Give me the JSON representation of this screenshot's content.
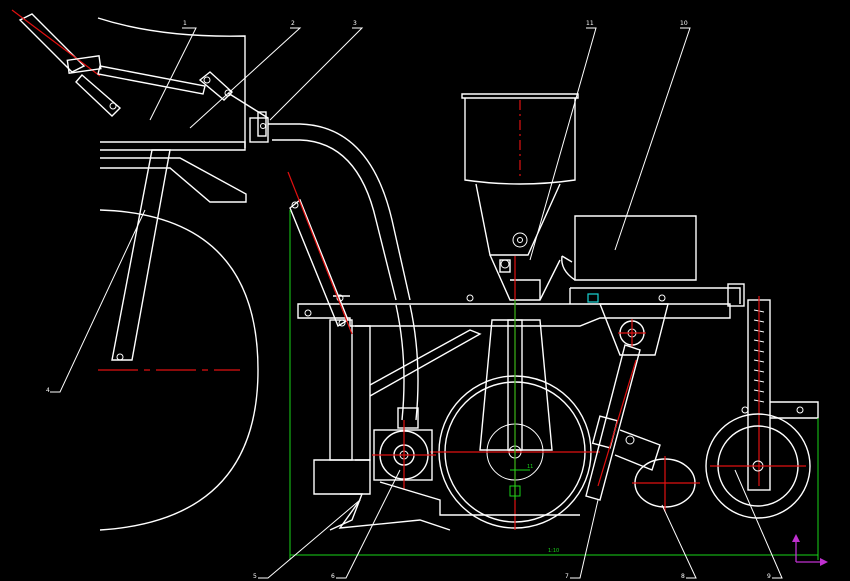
{
  "drawing": {
    "callouts": [
      "1",
      "2",
      "3",
      "11",
      "10",
      "4",
      "5",
      "6",
      "7",
      "8",
      "9"
    ],
    "dimension_text": "1:10",
    "small_dim_text": "11",
    "colors": {
      "background": "#000000",
      "linework": "#ffffff",
      "centerline": "#e01010",
      "dimension": "#19d419",
      "highlight": "#19d4d4",
      "ucs": "#c030d0"
    }
  }
}
